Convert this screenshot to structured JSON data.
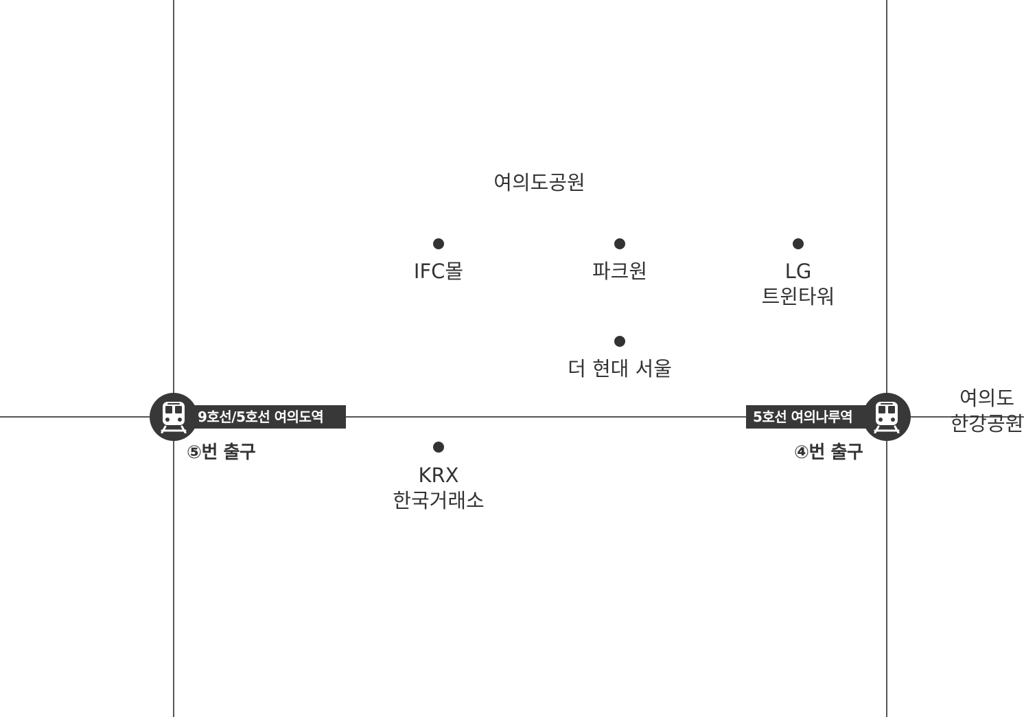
{
  "colors": {
    "road": "#555555",
    "marker": "#333333",
    "station": "#383838",
    "text": "#333333",
    "tag_text": "#ffffff"
  },
  "area": {
    "park": "여의도공원",
    "hangang_park_line1": "여의도",
    "hangang_park_line2": "한강공원"
  },
  "landmarks": {
    "ifc": "IFC몰",
    "parkone": "파크원",
    "lg_line1": "LG",
    "lg_line2": "트윈타워",
    "hyundai": "더 현대 서울",
    "krx_line1": "KRX",
    "krx_line2": "한국거래소"
  },
  "stations": {
    "yeouido": {
      "name": "9호선/5호선 여의도역",
      "exit": "⑤번 출구",
      "icon": "subway-train-icon"
    },
    "yeouinaru": {
      "name": "5호선 여의나루역",
      "exit": "④번 출구",
      "icon": "subway-train-icon"
    }
  }
}
